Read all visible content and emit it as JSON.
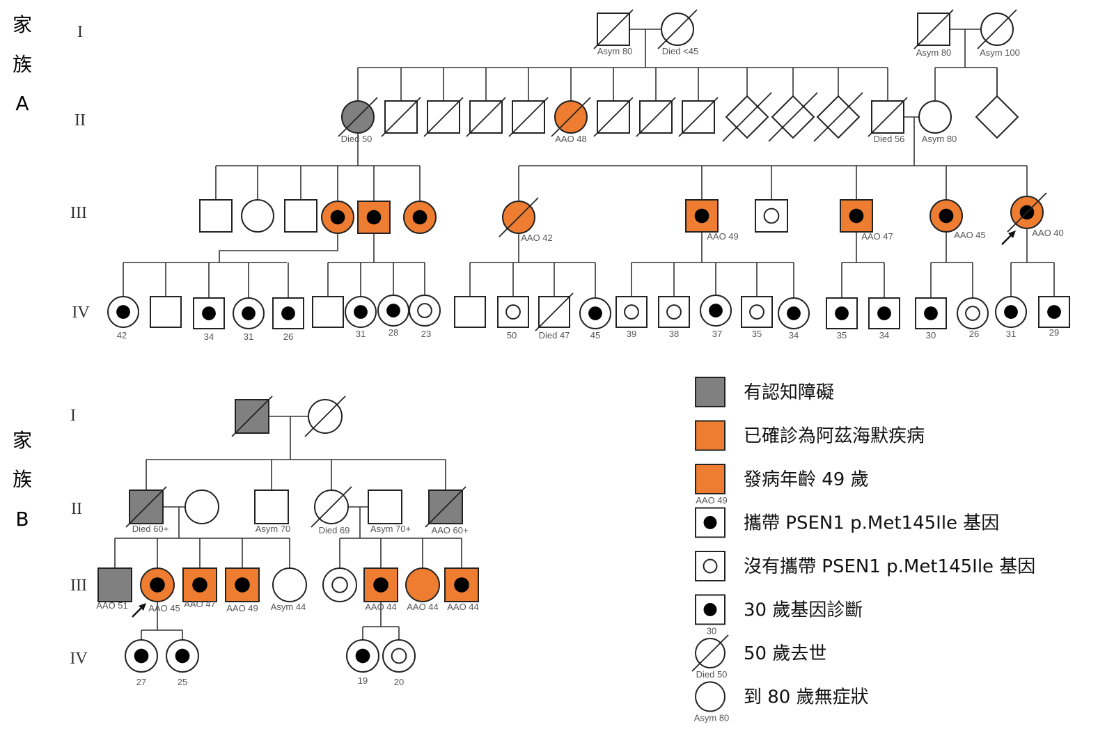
{
  "colors": {
    "affected_ad": "#EE7D31",
    "cognitive": "#808080",
    "line": "#333333",
    "carrier_dot": "#000000"
  },
  "families": [
    {
      "title": [
        "家",
        "族",
        "A"
      ],
      "generations": [
        "I",
        "II",
        "III",
        "IV"
      ],
      "individuals": [
        {
          "id": "A-I-1",
          "sex": "male",
          "status": "none",
          "carrier": null,
          "deceased": true,
          "label": "Asym 80"
        },
        {
          "id": "A-I-2",
          "sex": "female",
          "status": "none",
          "carrier": null,
          "deceased": true,
          "label": "Died <45"
        },
        {
          "id": "A-I-3",
          "sex": "male",
          "status": "none",
          "carrier": null,
          "deceased": true,
          "label": "Asym 80"
        },
        {
          "id": "A-I-4",
          "sex": "female",
          "status": "none",
          "carrier": null,
          "deceased": true,
          "label": "Asym 100"
        },
        {
          "id": "A-II-1",
          "sex": "female",
          "status": "cognitive",
          "carrier": null,
          "deceased": true,
          "label": "Died 50"
        },
        {
          "id": "A-II-2",
          "sex": "male",
          "status": "none",
          "carrier": null,
          "deceased": true,
          "label": ""
        },
        {
          "id": "A-II-3",
          "sex": "male",
          "status": "none",
          "carrier": null,
          "deceased": true,
          "label": ""
        },
        {
          "id": "A-II-4",
          "sex": "male",
          "status": "none",
          "carrier": null,
          "deceased": true,
          "label": ""
        },
        {
          "id": "A-II-5",
          "sex": "male",
          "status": "none",
          "carrier": null,
          "deceased": true,
          "label": ""
        },
        {
          "id": "A-II-6",
          "sex": "female",
          "status": "ad",
          "carrier": null,
          "deceased": true,
          "label": "AAO 48"
        },
        {
          "id": "A-II-7",
          "sex": "male",
          "status": "none",
          "carrier": null,
          "deceased": true,
          "label": ""
        },
        {
          "id": "A-II-8",
          "sex": "male",
          "status": "none",
          "carrier": null,
          "deceased": true,
          "label": ""
        },
        {
          "id": "A-II-9",
          "sex": "male",
          "status": "none",
          "carrier": null,
          "deceased": true,
          "label": ""
        },
        {
          "id": "A-II-10",
          "sex": "unknown",
          "status": "none",
          "carrier": null,
          "deceased": true,
          "label": ""
        },
        {
          "id": "A-II-11",
          "sex": "unknown",
          "status": "none",
          "carrier": null,
          "deceased": true,
          "label": ""
        },
        {
          "id": "A-II-12",
          "sex": "unknown",
          "status": "none",
          "carrier": null,
          "deceased": true,
          "label": ""
        },
        {
          "id": "A-II-13",
          "sex": "male",
          "status": "none",
          "carrier": null,
          "deceased": true,
          "label": "Died 56"
        },
        {
          "id": "A-II-14",
          "sex": "female",
          "status": "none",
          "carrier": null,
          "deceased": false,
          "label": "Asym 80"
        },
        {
          "id": "A-II-15",
          "sex": "unknown",
          "status": "none",
          "carrier": null,
          "deceased": false,
          "label": ""
        },
        {
          "id": "A-III-1",
          "sex": "male",
          "status": "none",
          "carrier": null,
          "deceased": false,
          "label": ""
        },
        {
          "id": "A-III-2",
          "sex": "female",
          "status": "none",
          "carrier": null,
          "deceased": false,
          "label": ""
        },
        {
          "id": "A-III-3",
          "sex": "male",
          "status": "none",
          "carrier": null,
          "deceased": false,
          "label": ""
        },
        {
          "id": "A-III-4",
          "sex": "female",
          "status": "ad",
          "carrier": true,
          "deceased": false,
          "label": ""
        },
        {
          "id": "A-III-5",
          "sex": "male",
          "status": "ad",
          "carrier": true,
          "deceased": false,
          "label": ""
        },
        {
          "id": "A-III-6",
          "sex": "female",
          "status": "ad",
          "carrier": true,
          "deceased": false,
          "label": ""
        },
        {
          "id": "A-III-7",
          "sex": "female",
          "status": "ad",
          "carrier": null,
          "deceased": true,
          "label": "AAO 42"
        },
        {
          "id": "A-III-8",
          "sex": "male",
          "status": "ad",
          "carrier": true,
          "deceased": false,
          "label": "AAO 49"
        },
        {
          "id": "A-III-9",
          "sex": "male",
          "status": "none",
          "carrier": false,
          "deceased": false,
          "label": ""
        },
        {
          "id": "A-III-10",
          "sex": "male",
          "status": "ad",
          "carrier": true,
          "deceased": false,
          "label": "AAO 47"
        },
        {
          "id": "A-III-11",
          "sex": "female",
          "status": "ad",
          "carrier": true,
          "deceased": false,
          "label": "AAO 45"
        },
        {
          "id": "A-III-12",
          "sex": "female",
          "status": "ad",
          "carrier": true,
          "deceased": true,
          "label": "AAO 40",
          "proband": true
        },
        {
          "id": "A-IV-1",
          "sex": "female",
          "status": "none",
          "carrier": true,
          "deceased": false,
          "label": "42"
        },
        {
          "id": "A-IV-2",
          "sex": "male",
          "status": "none",
          "carrier": null,
          "deceased": false,
          "label": ""
        },
        {
          "id": "A-IV-3",
          "sex": "male",
          "status": "none",
          "carrier": true,
          "deceased": false,
          "label": "34"
        },
        {
          "id": "A-IV-4",
          "sex": "female",
          "status": "none",
          "carrier": true,
          "deceased": false,
          "label": "31"
        },
        {
          "id": "A-IV-5",
          "sex": "male",
          "status": "none",
          "carrier": true,
          "deceased": false,
          "label": "26"
        },
        {
          "id": "A-IV-6",
          "sex": "male",
          "status": "none",
          "carrier": null,
          "deceased": false,
          "label": ""
        },
        {
          "id": "A-IV-7",
          "sex": "female",
          "status": "none",
          "carrier": true,
          "deceased": false,
          "label": "31"
        },
        {
          "id": "A-IV-8",
          "sex": "female",
          "status": "none",
          "carrier": true,
          "deceased": false,
          "label": "28"
        },
        {
          "id": "A-IV-9",
          "sex": "female",
          "status": "none",
          "carrier": false,
          "deceased": false,
          "label": "23"
        },
        {
          "id": "A-IV-10",
          "sex": "male",
          "status": "none",
          "carrier": null,
          "deceased": false,
          "label": ""
        },
        {
          "id": "A-IV-11",
          "sex": "male",
          "status": "none",
          "carrier": false,
          "deceased": false,
          "label": "50"
        },
        {
          "id": "A-IV-12",
          "sex": "male",
          "status": "none",
          "carrier": null,
          "deceased": true,
          "label": "Died 47"
        },
        {
          "id": "A-IV-13",
          "sex": "female",
          "status": "none",
          "carrier": true,
          "deceased": false,
          "label": "45"
        },
        {
          "id": "A-IV-14",
          "sex": "male",
          "status": "none",
          "carrier": false,
          "deceased": false,
          "label": "39"
        },
        {
          "id": "A-IV-15",
          "sex": "male",
          "status": "none",
          "carrier": false,
          "deceased": false,
          "label": "38"
        },
        {
          "id": "A-IV-16",
          "sex": "female",
          "status": "none",
          "carrier": true,
          "deceased": false,
          "label": "37"
        },
        {
          "id": "A-IV-17",
          "sex": "male",
          "status": "none",
          "carrier": false,
          "deceased": false,
          "label": "35"
        },
        {
          "id": "A-IV-18",
          "sex": "female",
          "status": "none",
          "carrier": true,
          "deceased": false,
          "label": "34"
        },
        {
          "id": "A-IV-19",
          "sex": "male",
          "status": "none",
          "carrier": true,
          "deceased": false,
          "label": "35"
        },
        {
          "id": "A-IV-20",
          "sex": "male",
          "status": "none",
          "carrier": true,
          "deceased": false,
          "label": "34"
        },
        {
          "id": "A-IV-21",
          "sex": "male",
          "status": "none",
          "carrier": true,
          "deceased": false,
          "label": "30"
        },
        {
          "id": "A-IV-22",
          "sex": "female",
          "status": "none",
          "carrier": false,
          "deceased": false,
          "label": "26"
        },
        {
          "id": "A-IV-23",
          "sex": "female",
          "status": "none",
          "carrier": true,
          "deceased": false,
          "label": "31"
        },
        {
          "id": "A-IV-24",
          "sex": "male",
          "status": "none",
          "carrier": true,
          "deceased": false,
          "label": "29"
        }
      ]
    },
    {
      "title": [
        "家",
        "族",
        "B"
      ],
      "generations": [
        "I",
        "II",
        "III",
        "IV"
      ],
      "individuals": [
        {
          "id": "B-I-1",
          "sex": "male",
          "status": "cognitive",
          "carrier": null,
          "deceased": true,
          "label": ""
        },
        {
          "id": "B-I-2",
          "sex": "female",
          "status": "none",
          "carrier": null,
          "deceased": true,
          "label": ""
        },
        {
          "id": "B-II-1",
          "sex": "male",
          "status": "cognitive",
          "carrier": null,
          "deceased": true,
          "label": "Died 60+"
        },
        {
          "id": "B-II-2",
          "sex": "female",
          "status": "none",
          "carrier": null,
          "deceased": false,
          "label": ""
        },
        {
          "id": "B-II-3",
          "sex": "male",
          "status": "none",
          "carrier": null,
          "deceased": false,
          "label": "Asym 70"
        },
        {
          "id": "B-II-4",
          "sex": "female",
          "status": "none",
          "carrier": null,
          "deceased": true,
          "label": "Died 69"
        },
        {
          "id": "B-II-5",
          "sex": "male",
          "status": "none",
          "carrier": null,
          "deceased": false,
          "label": "Asym 70+"
        },
        {
          "id": "B-II-6",
          "sex": "male",
          "status": "cognitive",
          "carrier": null,
          "deceased": true,
          "label": "AAO 60+"
        },
        {
          "id": "B-III-1",
          "sex": "male",
          "status": "cognitive",
          "carrier": null,
          "deceased": false,
          "label": "AAO 51"
        },
        {
          "id": "B-III-2",
          "sex": "female",
          "status": "ad",
          "carrier": true,
          "deceased": false,
          "label": "AAO 45",
          "proband": true
        },
        {
          "id": "B-III-3",
          "sex": "male",
          "status": "ad",
          "carrier": true,
          "deceased": false,
          "label": "AAO 47"
        },
        {
          "id": "B-III-4",
          "sex": "male",
          "status": "ad",
          "carrier": true,
          "deceased": false,
          "label": "AAO 49"
        },
        {
          "id": "B-III-5",
          "sex": "female",
          "status": "none",
          "carrier": null,
          "deceased": false,
          "label": "Asym 44"
        },
        {
          "id": "B-III-6",
          "sex": "female",
          "status": "none",
          "carrier": false,
          "deceased": false,
          "label": ""
        },
        {
          "id": "B-III-7",
          "sex": "male",
          "status": "ad",
          "carrier": true,
          "deceased": false,
          "label": "AAO 44"
        },
        {
          "id": "B-III-8",
          "sex": "female",
          "status": "ad",
          "carrier": null,
          "deceased": false,
          "label": "AAO 44"
        },
        {
          "id": "B-III-9",
          "sex": "male",
          "status": "ad",
          "carrier": true,
          "deceased": false,
          "label": "AAO 44"
        },
        {
          "id": "B-IV-1",
          "sex": "female",
          "status": "none",
          "carrier": true,
          "deceased": false,
          "label": "27"
        },
        {
          "id": "B-IV-2",
          "sex": "female",
          "status": "none",
          "carrier": true,
          "deceased": false,
          "label": "25"
        },
        {
          "id": "B-IV-3",
          "sex": "female",
          "status": "none",
          "carrier": true,
          "deceased": false,
          "label": "19"
        },
        {
          "id": "B-IV-4",
          "sex": "female",
          "status": "none",
          "carrier": false,
          "deceased": false,
          "label": "20"
        }
      ]
    }
  ],
  "legend": [
    {
      "symbol": "cognitive",
      "text": "有認知障礙",
      "sub": ""
    },
    {
      "symbol": "ad",
      "text": "已確診為阿茲海默疾病",
      "sub": ""
    },
    {
      "symbol": "ad",
      "text": "發病年齡 49 歲",
      "sub": "AAO 49"
    },
    {
      "symbol": "carrier",
      "text": "攜帶 PSEN1 p.Met145Ile 基因",
      "sub": ""
    },
    {
      "symbol": "noncarrier",
      "text": "沒有攜帶 PSEN1 p.Met145Ile 基因",
      "sub": ""
    },
    {
      "symbol": "carrier",
      "text": "30 歲基因診斷",
      "sub": "30"
    },
    {
      "symbol": "deceased-female",
      "text": "50 歲去世",
      "sub": "Died 50"
    },
    {
      "symbol": "female",
      "text": "到 80 歲無症狀",
      "sub": "Asym 80"
    }
  ]
}
